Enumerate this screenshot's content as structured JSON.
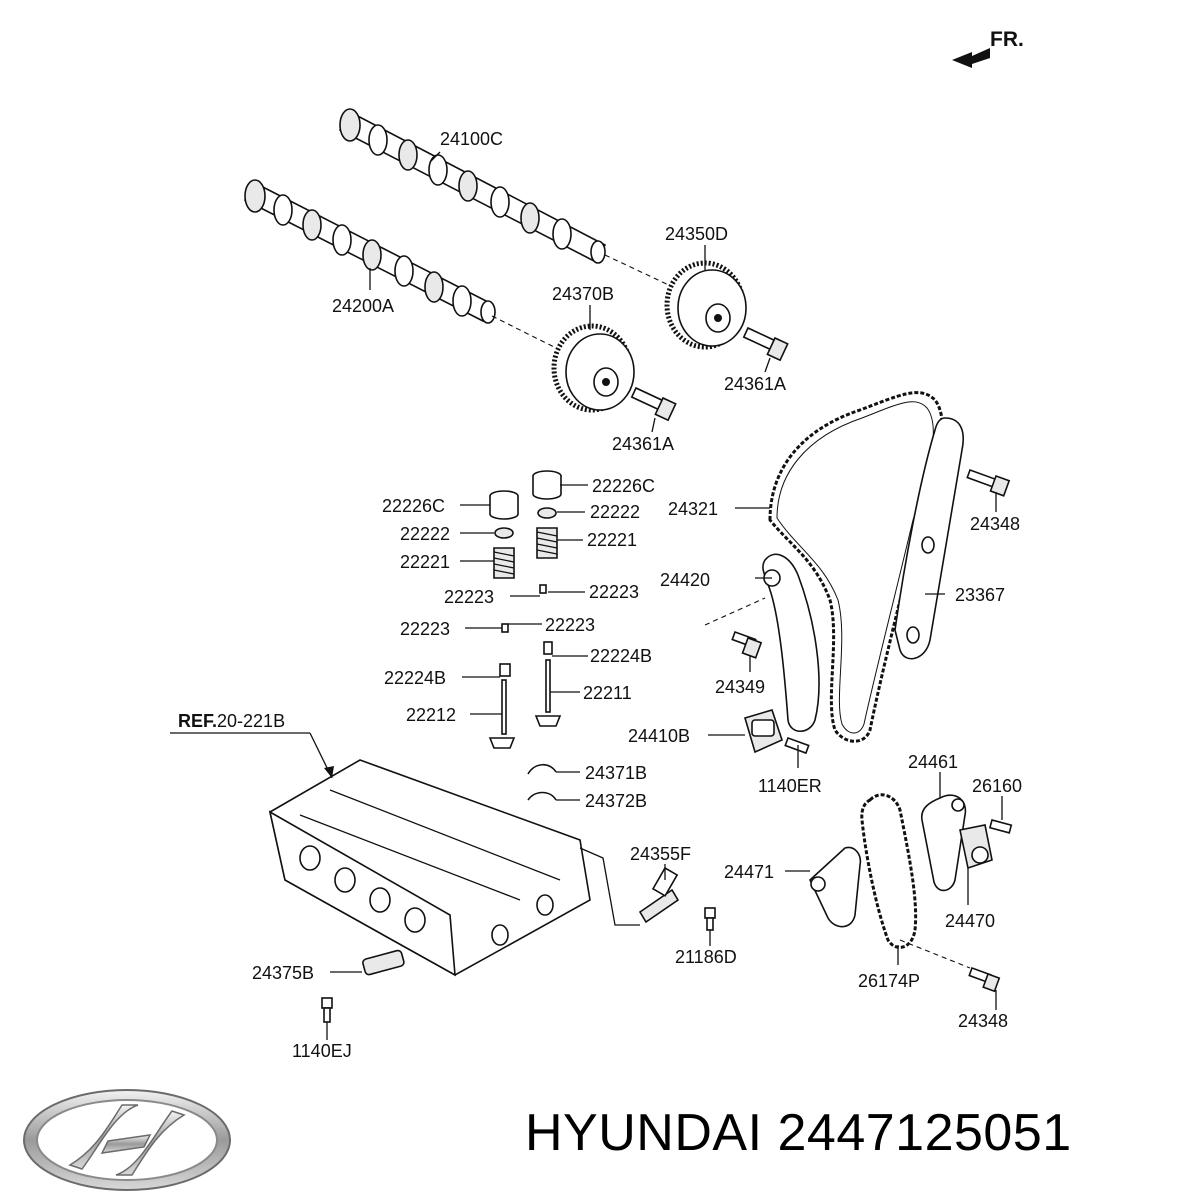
{
  "diagram": {
    "direction_label": "FR.",
    "reference": {
      "prefix": "REF.",
      "code": "20-221B"
    },
    "labels": {
      "p24100C": "24100C",
      "p24200A": "24200A",
      "p24350D": "24350D",
      "p24370B": "24370B",
      "p24361A_1": "24361A",
      "p24361A_2": "24361A",
      "p24321": "24321",
      "p24348_1": "24348",
      "p23367": "23367",
      "p24420": "24420",
      "p24349": "24349",
      "p24410B": "24410B",
      "p1140ER": "1140ER",
      "p22226C_1": "22226C",
      "p22226C_2": "22226C",
      "p22222_1": "22222",
      "p22222_2": "22222",
      "p22221_1": "22221",
      "p22221_2": "22221",
      "p22223_1": "22223",
      "p22223_2": "22223",
      "p22223_3": "22223",
      "p22223_4": "22223",
      "p22224B_1": "22224B",
      "p22224B_2": "22224B",
      "p22211": "22211",
      "p22212": "22212",
      "p24371B": "24371B",
      "p24372B": "24372B",
      "p24355F": "24355F",
      "p21186D": "21186D",
      "p24375B": "24375B",
      "p1140EJ": "1140EJ",
      "p24461": "24461",
      "p26160": "26160",
      "p24471": "24471",
      "p24470": "24470",
      "p26174P": "26174P",
      "p24348_2": "24348"
    }
  },
  "footer": {
    "brand": "HYUNDAI",
    "part_number": "2447125051",
    "caption": "HYUNDAI 2447125051",
    "logo_icon": "hyundai-logo-icon"
  }
}
